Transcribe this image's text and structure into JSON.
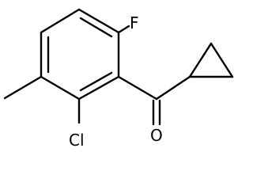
{
  "atoms": {
    "fluorine": "F",
    "chlorine": "Cl",
    "oxygen": "O"
  }
}
